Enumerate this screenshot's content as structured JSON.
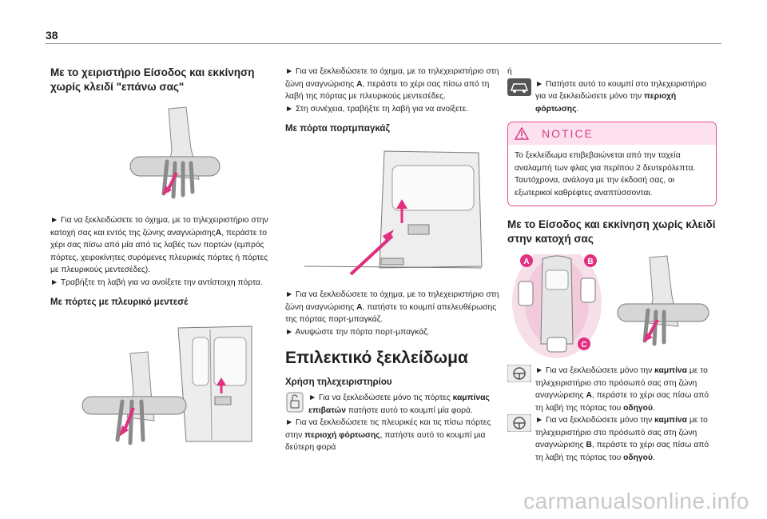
{
  "page": {
    "number": "38",
    "watermark": "carmanualsonline.info"
  },
  "col1": {
    "heading": "Με το χειριστήριο Είσοδος και εκκίνηση χωρίς κλειδί \"επάνω σας\"",
    "para1": "► Για να ξεκλειδώσετε το όχημα, με το τηλεχειριστήριο στην κατοχή σας και εντός της ζώνης αναγνώρισης",
    "para1_bold": "A",
    "para1_rest": ", περάστε το χέρι σας πίσω από μία από τις λαβές των πορτών (εμπρός πόρτες, χειροκίνητες συρόμενες πλευρικές πόρτες ή πόρτες με πλευρικούς μεντεσέδες).",
    "para2": "► Τραβήξτε τη λαβή για να ανοίξετε την αντίστοιχη πόρτα.",
    "subheading": "Με πόρτες με πλευρικό μεντεσέ"
  },
  "col2": {
    "para1a": "► Για να ξεκλειδώσετε το όχημα, με το τηλεχειριστήριο στη ζώνη αναγνώρισης ",
    "para1_bold": "A",
    "para1b": ", περάστε το χέρι σας πίσω από τη λαβή της πόρτας με πλευρικούς μεντεσέδες.",
    "para2": "► Στη συνέχεια, τραβήξτε τη λαβή για να ανοίξετε.",
    "subheading": "Με πόρτα πορτμπαγκάζ",
    "para3a": "► Για να ξεκλειδώσετε το όχημα, με το τηλεχειριστήριο στη ζώνη αναγνώρισης ",
    "para3_bold": "A",
    "para3b": ", πατήστε το κουμπί απελευθέρωσης της πόρτας πορτ-μπαγκάζ.",
    "para4": "► Ανυψώστε την πόρτα πορτ-μπαγκάζ.",
    "big_heading": "Επιλεκτικό ξεκλείδωμα",
    "subheading2": "Χρήση τηλεχειριστηρίου",
    "para5a": "► Για να ξεκλειδώσετε μόνο τις πόρτες ",
    "para5_bold": "καμπίνας επιβατών",
    "para5b": " πατήστε αυτό το κουμπί μία φορά.",
    "para6a": "► Για να ξεκλειδώσετε τις πλευρικές και τις πίσω πόρτες στην ",
    "para6_bold": "περιοχή φόρτωσης",
    "para6b": ", πατήστε αυτό το κουμπί μια δεύτερη φορά"
  },
  "col3": {
    "or": "ή",
    "para1a": "► Πατήστε αυτό το κουμπί στο τηλεχειριστήριο για να ξεκλειδώσετε μόνο την ",
    "para1_bold": "περιοχή φόρτωσης",
    "para1b": ".",
    "notice_title": "NOTICE",
    "notice_body": "Το ξεκλείδωμα επιβεβαιώνεται από την ταχεία αναλαμπή των φλας για περίπου 2 δευτερόλεπτα. Ταυτόχρονα, ανάλογα με την έκδοσή σας, οι εξωτερικοί καθρέφτες αναπτύσσονται.",
    "heading": "Με το Είσοδος και εκκίνηση χωρίς κλειδί στην κατοχή σας",
    "zone_a": "A",
    "zone_b": "B",
    "zone_c": "C",
    "para2a": "► Για να ξεκλειδώσετε μόνο την ",
    "para2_bold1": "καμπίνα",
    "para2b": " με το τηλεχειριστήριο στο πρόσωπό σας στη ζώνη αναγνώρισης ",
    "para2_boldA": "A",
    "para2c": ", περάστε το χέρι σας πίσω από τη λαβή της πόρτας του ",
    "para2_bold2": "οδηγού",
    "para2d": ".",
    "para3a": "► Για να ξεκλειδώσετε μόνο την ",
    "para3_bold1": "καμπίνα",
    "para3b": " με το τηλεχειριστήριο στο πρόσωπό σας στη ζώνη αναγνώρισης ",
    "para3_boldB": "B",
    "para3c": ", περάστε το χέρι σας πίσω από τη λαβή της πόρτας του ",
    "para3_bold2": "οδηγού",
    "para3d": "."
  },
  "colors": {
    "accent": "#e0307f",
    "zone": "#e0307f",
    "rule": "#9b9b9b"
  }
}
